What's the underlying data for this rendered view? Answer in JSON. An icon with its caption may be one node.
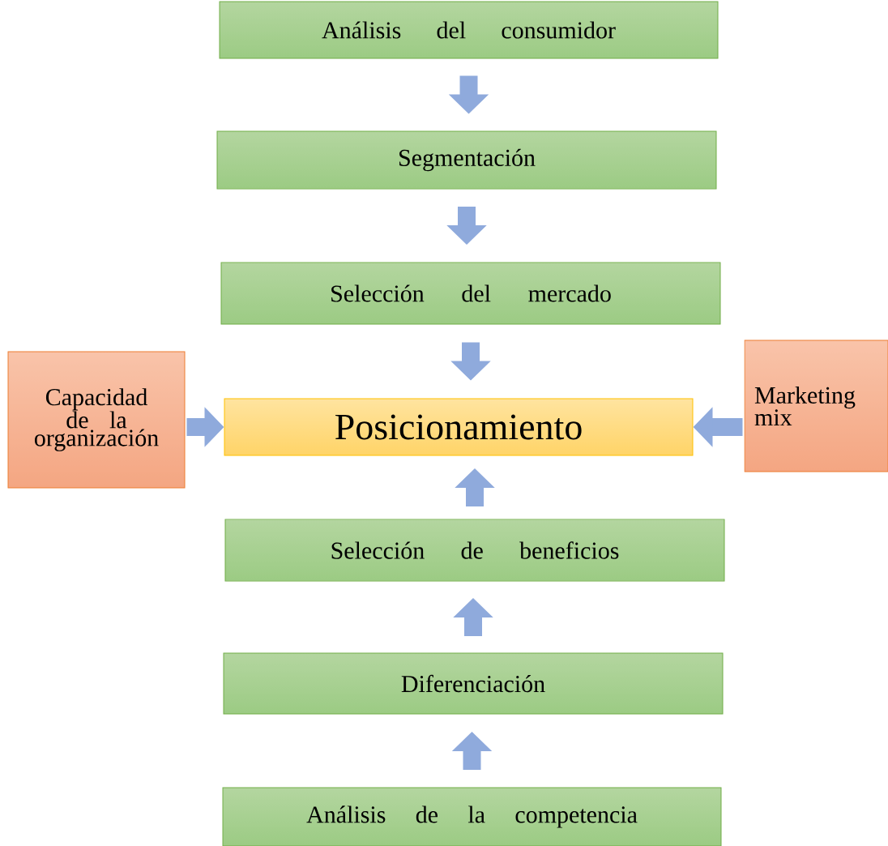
{
  "diagram": {
    "nodes": [
      {
        "text": [
          "Análisis del consumidor"
        ]
      },
      {
        "text": [
          "Segmentación"
        ]
      },
      {
        "text": [
          "Selección del mercado"
        ]
      },
      {
        "text": [
          "Capacidad de la organización"
        ]
      },
      {
        "text": [
          "Posicionamiento"
        ]
      },
      {
        "text": [
          "Marketing mix"
        ]
      },
      {
        "text": [
          "Selección de beneficios"
        ]
      },
      {
        "text": [
          "Diferenciación"
        ]
      },
      {
        "text": [
          "Análisis de la competencia"
        ]
      }
    ],
    "edges": [
      {
        "from": 0,
        "to": 1,
        "arrow": "to"
      },
      {
        "from": 1,
        "to": 2,
        "arrow": "to"
      },
      {
        "from": 2,
        "to": 4,
        "arrow": "to"
      },
      {
        "from": 3,
        "to": 4,
        "arrow": "to"
      },
      {
        "from": 5,
        "to": 4,
        "arrow": "to"
      },
      {
        "from": 6,
        "to": 4,
        "arrow": "to"
      },
      {
        "from": 7,
        "to": 6,
        "arrow": "to"
      },
      {
        "from": 8,
        "to": 7,
        "arrow": "to"
      }
    ]
  }
}
